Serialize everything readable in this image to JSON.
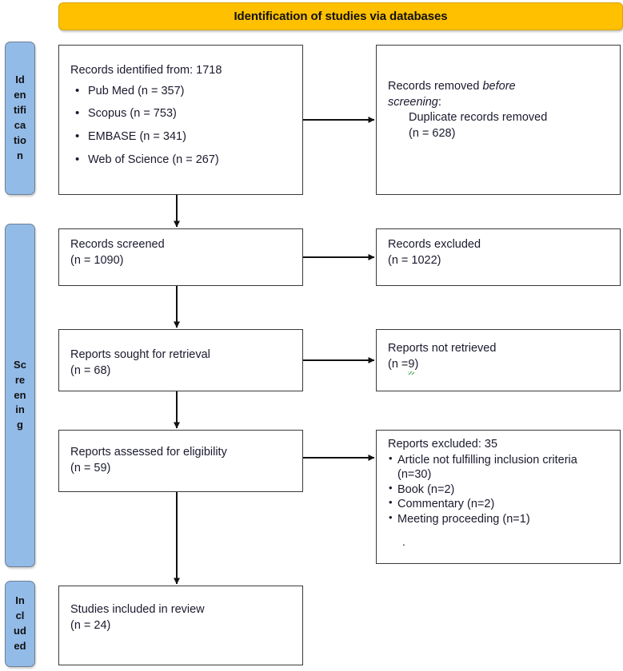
{
  "banner": {
    "title": "Identification of studies via databases"
  },
  "stages": [
    {
      "name": "identification",
      "lines": [
        "Id",
        "en",
        "tifi",
        "ca",
        "tio",
        "n"
      ]
    },
    {
      "name": "screening",
      "lines": [
        "Sc",
        "re",
        "en",
        "in",
        "g"
      ]
    },
    {
      "name": "included",
      "lines": [
        "In",
        "cl",
        "ud",
        "ed"
      ]
    }
  ],
  "boxes": {
    "identified": {
      "heading": "Records identified from: 1718",
      "items": [
        "Pub Med (n = 357)",
        "Scopus (n = 753)",
        "EMBASE (n = 341)",
        "Web of Science (n = 267)"
      ]
    },
    "removed": {
      "line1_pre": "Records removed ",
      "line1_italic": "before",
      "line2_italic": "screening",
      "line2_post": ":",
      "indent1": "Duplicate records removed",
      "indent2": "(n = 628)"
    },
    "screened": {
      "line1": "Records screened",
      "line2": "(n = 1090)"
    },
    "excluded_records": {
      "line1": "Records excluded",
      "line2": "(n = 1022)"
    },
    "sought": {
      "line1": "Reports sought for retrieval",
      "line2": "(n = 68)"
    },
    "not_retrieved": {
      "line1": "Reports not retrieved",
      "line2_pre": "(n =",
      "line2_flagged": "9 ",
      "line2_post": ")"
    },
    "assessed": {
      "line1": "Reports assessed for eligibility",
      "line2": "(n = 59)"
    },
    "excluded_reports": {
      "heading": "Reports excluded: 35",
      "items": [
        "Article not fulfilling inclusion criteria (n=30)",
        "Book (n=2)",
        "Commentary (n=2)",
        "Meeting proceeding (n=1)"
      ],
      "stray_mark": "."
    },
    "included": {
      "line1": "Studies included in review",
      "line2": "(n = 24)"
    }
  },
  "colors": {
    "banner_fill": "#FFC000",
    "stage_fill": "#93BBE8",
    "box_border": "#3a3a3a",
    "text": "#1a1a2e",
    "spellcheck": "#2f9e44"
  }
}
